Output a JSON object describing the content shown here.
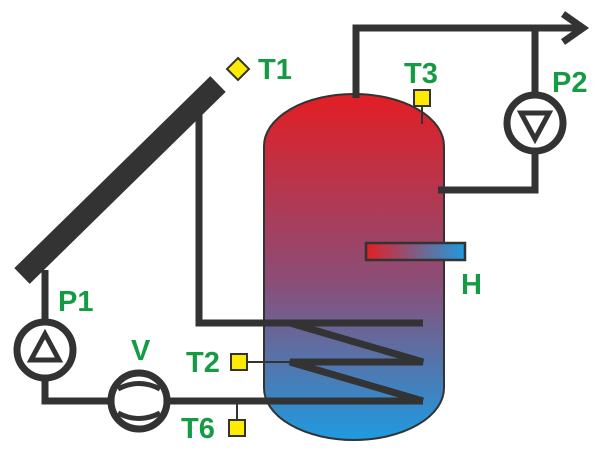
{
  "labels": {
    "t1": "T1",
    "t2": "T2",
    "t3": "T3",
    "t6": "T6",
    "p1": "P1",
    "p2": "P2",
    "v": "V",
    "h": "H"
  },
  "colors": {
    "label": "#169B45",
    "pipe": "#333333",
    "sensor": "#FFEB00",
    "tank_top": "#E31E24",
    "tank_middle": "#8A4E78",
    "tank_bottom": "#1E9BE0",
    "heater_left": "#E31E24",
    "heater_right": "#1E9BE0",
    "collector": "#333333"
  }
}
